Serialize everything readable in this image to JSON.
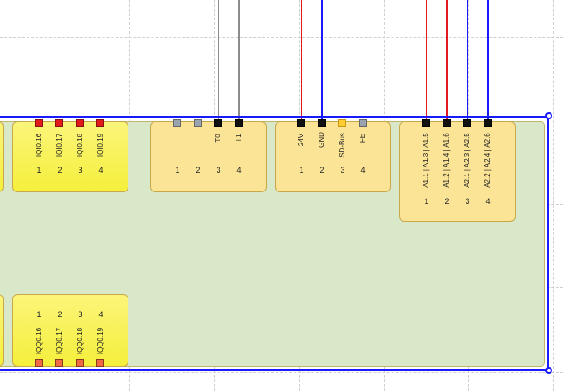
{
  "colors": {
    "board": "#d9e8c8",
    "frame": "#1a1aff",
    "wire_red": "#e11b1b",
    "wire_blue": "#1a1aff",
    "wire_gray": "#8c8c8c"
  },
  "module_input": {
    "labels": [
      "IQI0.16",
      "IQI0.17",
      "IQI0.18",
      "IQI0.19"
    ],
    "numbers": [
      "1",
      "2",
      "3",
      "4"
    ]
  },
  "module_output": {
    "labels": [
      "IQQ0.16",
      "IQQ0.17",
      "IQQ0.18",
      "IQQ0.19"
    ],
    "numbers": [
      "1",
      "2",
      "3",
      "4"
    ]
  },
  "module_t": {
    "labels": [
      "",
      "",
      "T0",
      "T1"
    ],
    "numbers": [
      "1",
      "2",
      "3",
      "4"
    ]
  },
  "module_power": {
    "labels": [
      "24V",
      "GND",
      "SD-Bus",
      "FE"
    ],
    "numbers": [
      "1",
      "2",
      "3",
      "4"
    ]
  },
  "module_a": {
    "labels": [
      "A1.1 | A1.3 | A1.5",
      "A1.2 | A1.4 | A1.6",
      "A2.1 | A2.3 | A2.5",
      "A2.2 | A2.4 | A2.6"
    ],
    "numbers": [
      "1",
      "2",
      "3",
      "4"
    ]
  }
}
